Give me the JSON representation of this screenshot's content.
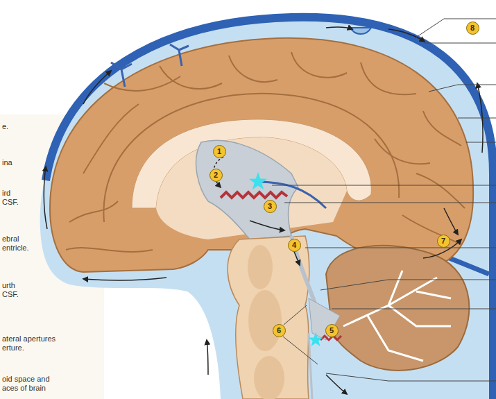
{
  "diagram": {
    "nodes": [
      {
        "text": [
          "1"
        ]
      },
      {
        "text": [
          "2"
        ]
      },
      {
        "text": [
          "3"
        ]
      },
      {
        "text": [
          "4"
        ]
      },
      {
        "text": [
          "5"
        ]
      },
      {
        "text": [
          "6"
        ]
      },
      {
        "text": [
          "7"
        ]
      },
      {
        "text": [
          "8"
        ]
      }
    ],
    "labels": [
      "e.",
      "ina",
      "ird CSF.",
      "ebral entricle.",
      "urth CSF.",
      "ateral apertures erture.",
      "oid space and aces of brain"
    ]
  }
}
